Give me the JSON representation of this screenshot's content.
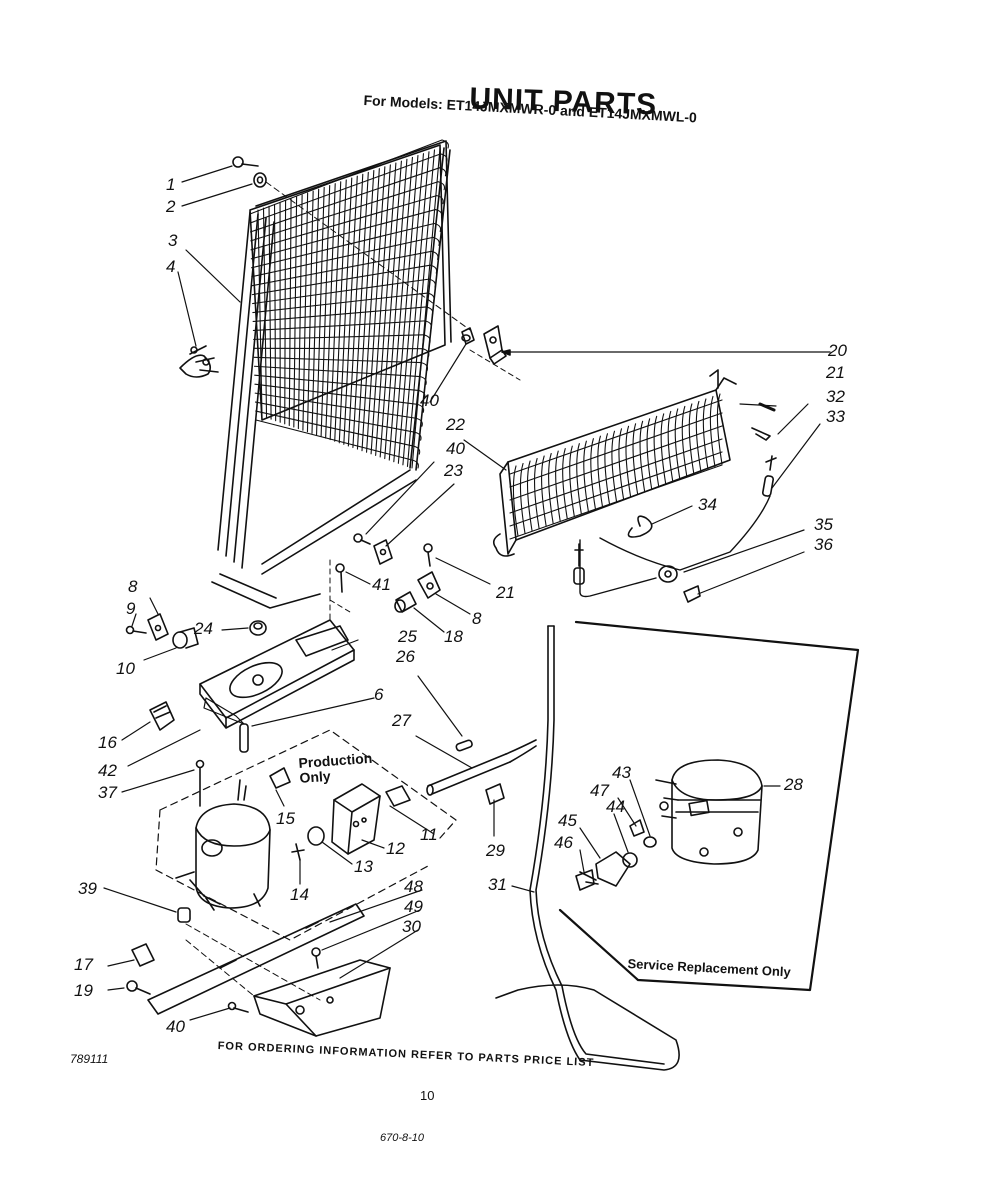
{
  "header": {
    "title": "UNIT PARTS",
    "subtitle": "For Models: ET14JMXMWR-0 and ET14JMXMWL-0"
  },
  "labels": {
    "production_only_line1": "Production",
    "production_only_line2": "Only",
    "service_replacement": "Service Replacement Only"
  },
  "callouts": {
    "c1": "1",
    "c2": "2",
    "c3": "3",
    "c4": "4",
    "c8a": "8",
    "c9": "9",
    "c10": "10",
    "c24": "24",
    "c41": "41",
    "c21b": "21",
    "c8b": "8",
    "c18": "18",
    "c25": "25",
    "c26": "26",
    "c6": "6",
    "c16": "16",
    "c42": "42",
    "c37": "37",
    "c27": "27",
    "c15": "15",
    "c11": "11",
    "c12": "12",
    "c13": "13",
    "c14": "14",
    "c29": "29",
    "c39": "39",
    "c48": "48",
    "c49": "49",
    "c30": "30",
    "c17": "17",
    "c19": "19",
    "c40c": "40",
    "c31": "31",
    "c28": "28",
    "c43": "43",
    "c47": "47",
    "c44": "44",
    "c45": "45",
    "c46": "46",
    "c40a": "40",
    "c22": "22",
    "c40b": "40",
    "c23": "23",
    "c20": "20",
    "c21a": "21",
    "c32": "32",
    "c33": "33",
    "c34": "34",
    "c35": "35",
    "c36": "36"
  },
  "footer": {
    "ordering": "FOR ORDERING INFORMATION REFER TO PARTS PRICE LIST",
    "doc_number": "789111",
    "page": "10",
    "handwritten": "670-8-10"
  }
}
